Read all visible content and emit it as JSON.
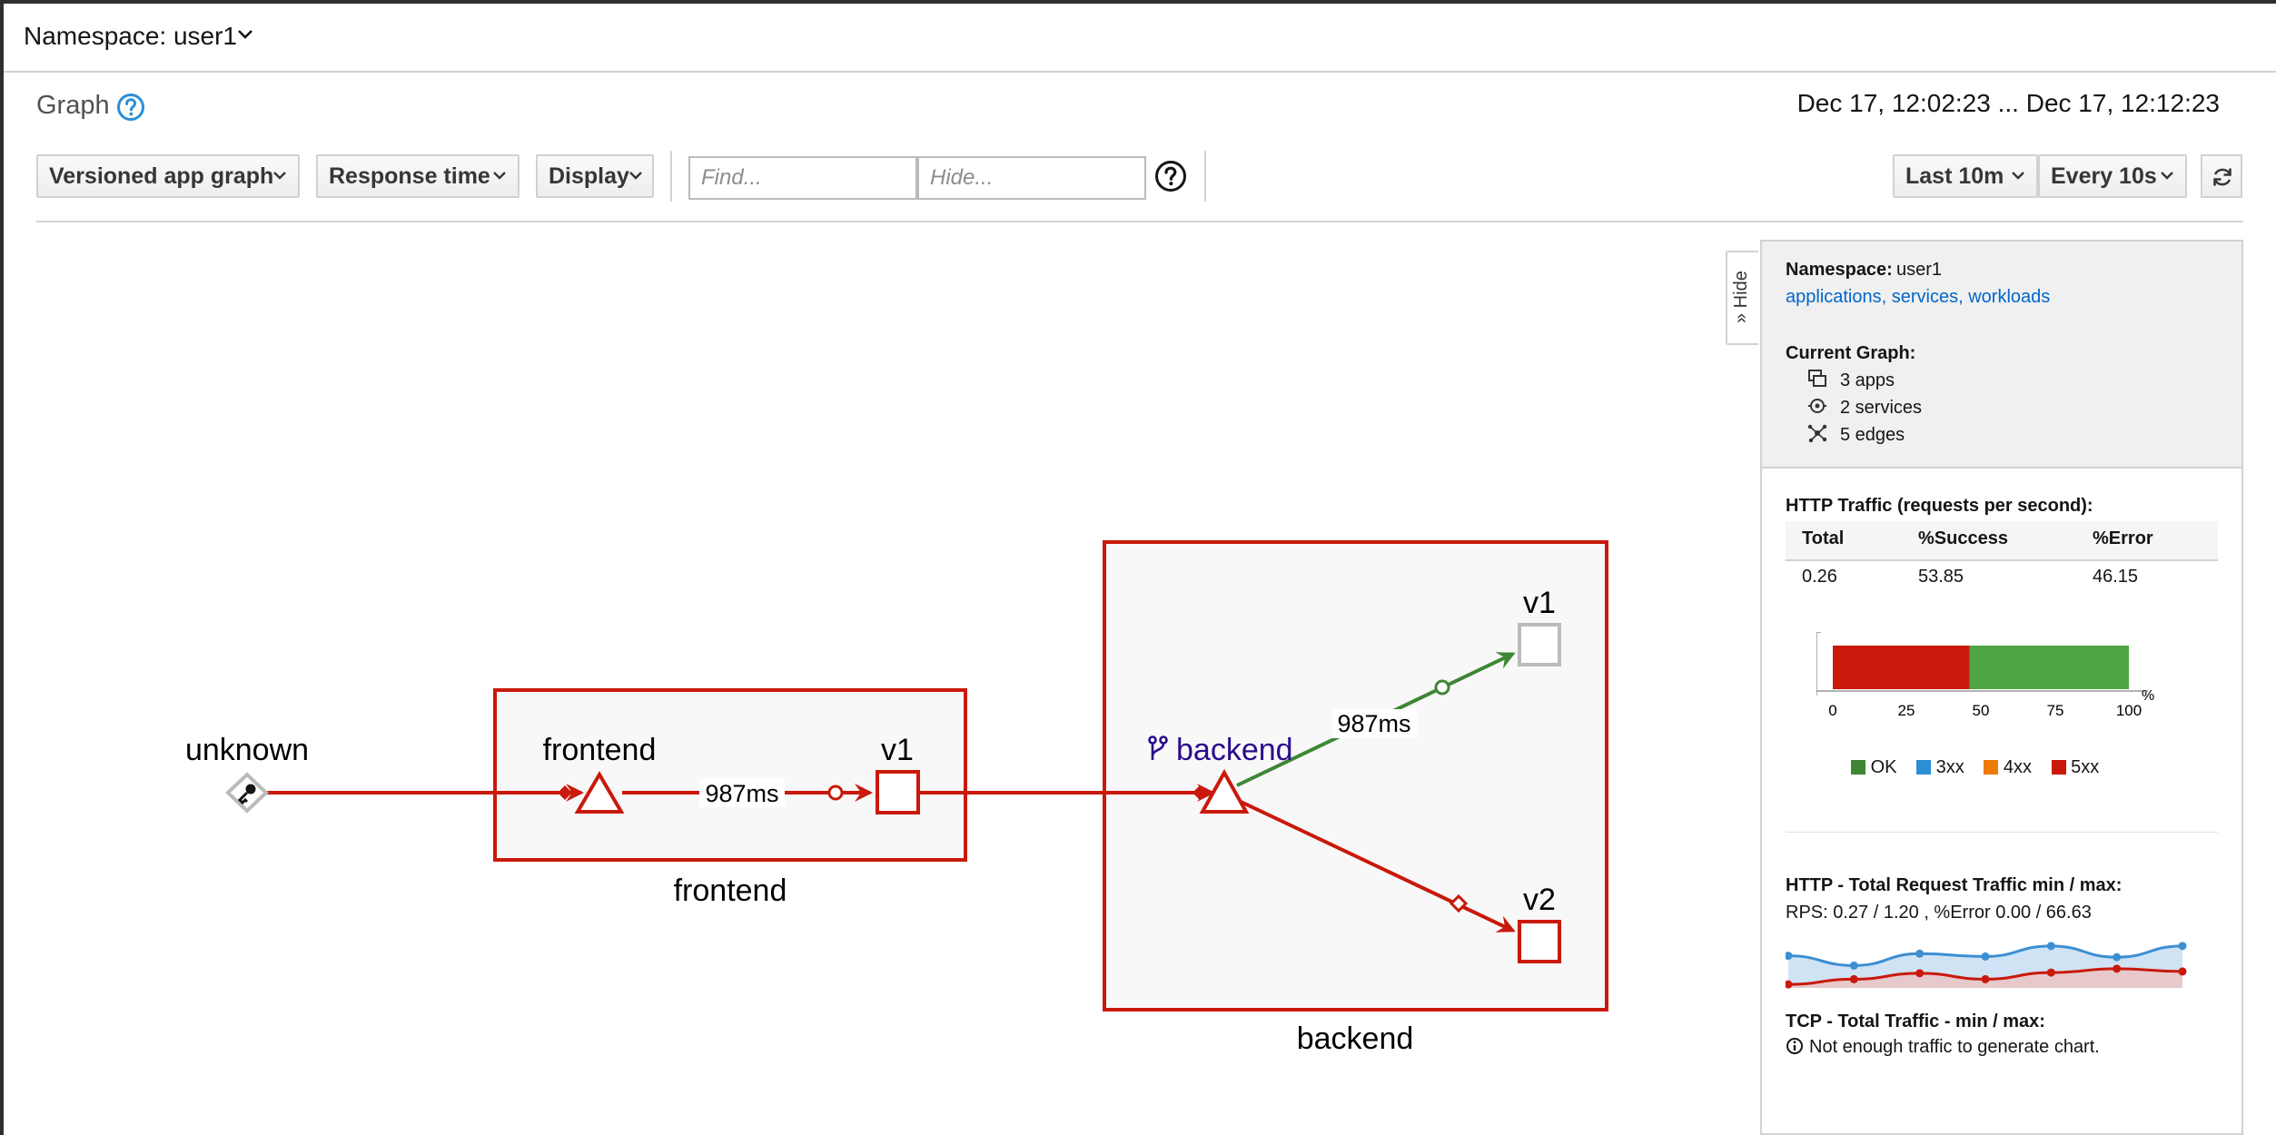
{
  "namespace_bar": {
    "label": "Namespace: user1"
  },
  "page": {
    "title": "Graph",
    "time_range": "Dec 17, 12:02:23 ... Dec 17, 12:12:23"
  },
  "toolbar": {
    "graph_type": "Versioned app graph",
    "edge_labels": "Response time",
    "display": "Display",
    "find_placeholder": "Find...",
    "hide_placeholder": "Hide...",
    "duration": "Last 10m",
    "refresh_interval": "Every 10s"
  },
  "graph": {
    "nodes": {
      "unknown": "unknown",
      "frontend_service": "frontend",
      "frontend_v1": "v1",
      "backend_service": "backend",
      "backend_v1": "v1",
      "backend_v2": "v2"
    },
    "boxes": {
      "frontend": "frontend",
      "backend": "backend"
    },
    "edges": {
      "frontend_to_v1": "987ms",
      "backend_to_v1": "987ms"
    },
    "colors": {
      "error": "#c9190b",
      "ok": "#3e8635",
      "idle": "#bbbbbb",
      "service_label": "#2b0b8c"
    }
  },
  "side_panel": {
    "hide_label": "Hide",
    "namespace_label": "Namespace:",
    "namespace_value": "user1",
    "links": [
      "applications",
      "services",
      "workloads"
    ],
    "current_graph_label": "Current Graph:",
    "stats": [
      "3 apps",
      "2 services",
      "5 edges"
    ],
    "http_traffic_title": "HTTP Traffic (requests per second):",
    "table": {
      "headers": [
        "Total",
        "%Success",
        "%Error"
      ],
      "row": [
        "0.26",
        "53.85",
        "46.15"
      ]
    },
    "traffic_chart": {
      "error_percent": 46.15,
      "ok_percent": 53.85,
      "ticks": [
        "0",
        "25",
        "50",
        "75",
        "100"
      ],
      "unit": "%",
      "legend": [
        "OK",
        "3xx",
        "4xx",
        "5xx"
      ],
      "legend_colors": [
        "#3e8635",
        "#2b8fd6",
        "#ec7a08",
        "#c9190b"
      ]
    },
    "request_traffic_title": "HTTP - Total Request Traffic min / max:",
    "request_traffic_value": "RPS: 0.27 / 1.20 , %Error 0.00 / 66.63",
    "sparkline": {
      "rps": [
        0.92,
        0.64,
        0.98,
        0.9,
        1.2,
        0.88,
        1.2
      ],
      "error": [
        0.1,
        0.25,
        0.42,
        0.25,
        0.44,
        0.55,
        0.47
      ]
    },
    "tcp_title": "TCP - Total Traffic - min / max:",
    "tcp_note": "Not enough traffic to generate chart."
  }
}
